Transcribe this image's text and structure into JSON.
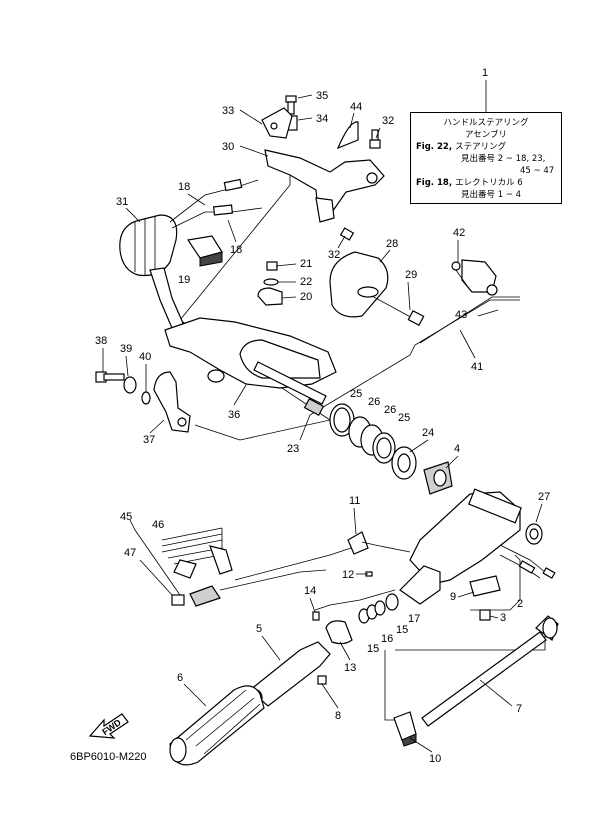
{
  "diagram": {
    "callouts": {
      "c1": "1",
      "c2": "2",
      "c3": "3",
      "c4": "4",
      "c5": "5",
      "c6": "6",
      "c7": "7",
      "c8": "8",
      "c9": "9",
      "c10": "10",
      "c11": "11",
      "c12": "12",
      "c13": "13",
      "c14": "14",
      "c15a": "15",
      "c15b": "15",
      "c16": "16",
      "c17": "17",
      "c18a": "18",
      "c18b": "18",
      "c19": "19",
      "c20": "20",
      "c21": "21",
      "c22": "22",
      "c23": "23",
      "c24": "24",
      "c25a": "25",
      "c25b": "25",
      "c26a": "26",
      "c26b": "26",
      "c27": "27",
      "c28": "28",
      "c29": "29",
      "c30": "30",
      "c31": "31",
      "c32a": "32",
      "c32b": "32",
      "c33": "33",
      "c34": "34",
      "c35": "35",
      "c36": "36",
      "c37": "37",
      "c38": "38",
      "c39": "39",
      "c40": "40",
      "c41": "41",
      "c42": "42",
      "c43": "43",
      "c44": "44",
      "c45": "45",
      "c46": "46",
      "c47": "47"
    },
    "note": {
      "title_line1": "ハンドルステアリング",
      "title_line2": "アセンブリ",
      "ref1_label": "Fig. 22,",
      "ref1_text": "ステアリング",
      "ref1_line2": "見出番号 2 ~ 18, 23,",
      "ref1_line3": "45 ~ 47",
      "ref2_label": "Fig. 18,",
      "ref2_text": "エレクトリカル 6",
      "ref2_line2": "見出番号 1 ~ 4"
    },
    "fwd_label": "FWD",
    "drawing_code": "6BP6010-M220"
  }
}
